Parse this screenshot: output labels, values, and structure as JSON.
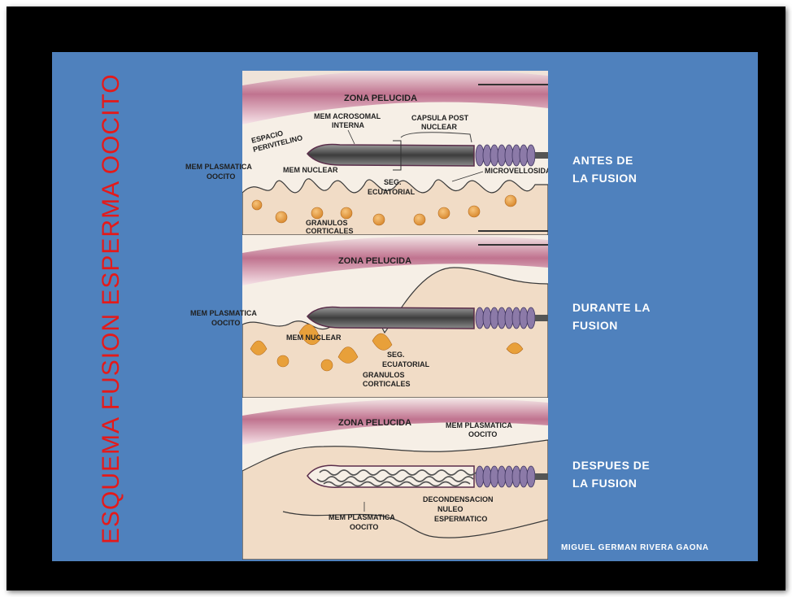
{
  "slide": {
    "vertical_title": "ESQUEMA  FUSION  ESPERMA  OOCITO",
    "author": "MIGUEL GERMAN RIVERA  GAONA",
    "colors": {
      "background": "#4f81bd",
      "title": "#e41a1a",
      "zona": "#c98aa0",
      "cytoplasm": "#f1dcc6",
      "granule": "#e8a03a"
    }
  },
  "stages": [
    {
      "line1": "ANTES  DE",
      "line2": "LA  FUSION"
    },
    {
      "line1": "DURANTE  LA",
      "line2": "FUSION"
    },
    {
      "line1": "DESPUES  DE",
      "line2": "LA  FUSION"
    }
  ],
  "panel1": {
    "zona": "ZONA  PELUCIDA",
    "espacio": [
      "ESPACIO",
      "PERIVITELINO"
    ],
    "acrosomal": [
      "MEM ACROSOMAL",
      "INTERNA"
    ],
    "capsula": [
      "CAPSULA POST",
      "NUCLEAR"
    ],
    "plasmatica": [
      "MEM PLASMATICA",
      "OOCITO"
    ],
    "nuclear": "MEM  NUCLEAR",
    "seg": [
      "SEG.",
      "ECUATORIAL"
    ],
    "microvellosidades": "MICROVELLOSIDADES",
    "granulos": [
      "GRANULOS",
      "CORTICALES"
    ]
  },
  "panel2": {
    "zona": "ZONA  PELUCIDA",
    "plasmatica": [
      "MEM PLASMATICA",
      "OOCITO"
    ],
    "nuclear": "MEM  NUCLEAR",
    "seg": [
      "SEG.",
      "ECUATORIAL"
    ],
    "granulos": [
      "GRANULOS",
      "CORTICALES"
    ]
  },
  "panel3": {
    "zona": "ZONA  PELUCIDA",
    "plasmatica_top": [
      "MEM PLASMATICA",
      "OOCITO"
    ],
    "decondensacion": [
      "DECONDENSACION",
      "NULEO",
      "ESPERMATICO"
    ],
    "plasmatica_bottom": [
      "MEM PLASMATICA",
      "OOCITO"
    ]
  }
}
